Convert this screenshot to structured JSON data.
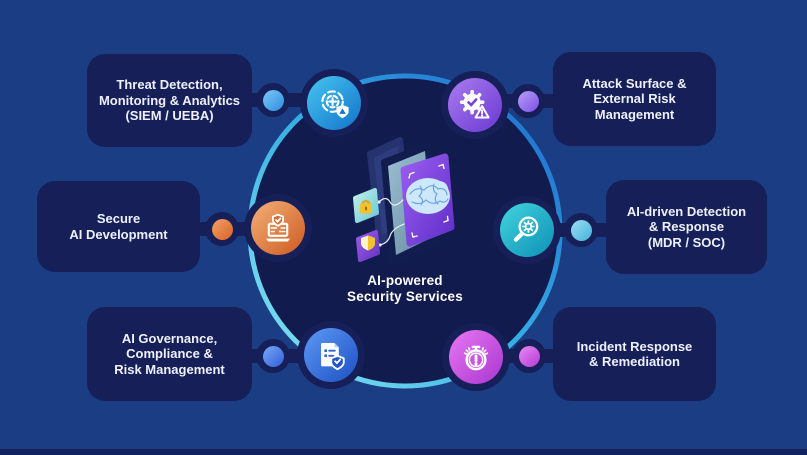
{
  "diagram_title": "AI-powered Security Services",
  "center": {
    "title_line1": "AI-powered",
    "title_line2": "Security Services",
    "illustration": "isometric phones with AI brain scan panel, padlock tile and shield tile"
  },
  "nodes": {
    "top_left": {
      "lines": [
        "Threat Detection,",
        "Monitoring & Analytics",
        "(SIEM / UEBA)"
      ],
      "icon": "radar-shield-icon",
      "accent_from": "#47c5f0",
      "accent_to": "#1273c9",
      "dot_color": "#3f9ae8"
    },
    "top_right": {
      "lines": [
        "Attack Surface &",
        "External Risk",
        "Management"
      ],
      "icon": "gear-check-warning-icon",
      "accent_from": "#a97cf0",
      "accent_to": "#6a38d2",
      "dot_color": "#9a6ae8"
    },
    "middle_left": {
      "lines": [
        "Secure",
        "AI Development"
      ],
      "icon": "secure-laptop-shield-icon",
      "accent_from": "#f5b078",
      "accent_to": "#cc5a20",
      "dot_color": "#e4702c"
    },
    "middle_right": {
      "lines": [
        "AI-driven Detection",
        "& Response",
        "(MDR / SOC)"
      ],
      "icon": "magnifier-gear-icon",
      "accent_from": "#43d4dd",
      "accent_to": "#0d90b6",
      "dot_color": "#6cc9ea"
    },
    "bottom_left": {
      "lines": [
        "AI Governance,",
        "Compliance &",
        "Risk Management"
      ],
      "icon": "document-shield-icon",
      "accent_from": "#5d99f5",
      "accent_to": "#1d50c2",
      "dot_color": "#3e6fe0"
    },
    "bottom_right": {
      "lines": [
        "Incident Response",
        "& Remediation"
      ],
      "icon": "alarm-alert-icon",
      "accent_from": "#e977f2",
      "accent_to": "#a836cf",
      "dot_color": "#c44fe0"
    }
  },
  "colors": {
    "background": "#1a3d84",
    "card_navy": "#161f58",
    "hub_fill": "#111b4e",
    "ring_cyan": "#8ce9f2",
    "ring_blue": "#1c64cc",
    "text": "#ffffff"
  }
}
